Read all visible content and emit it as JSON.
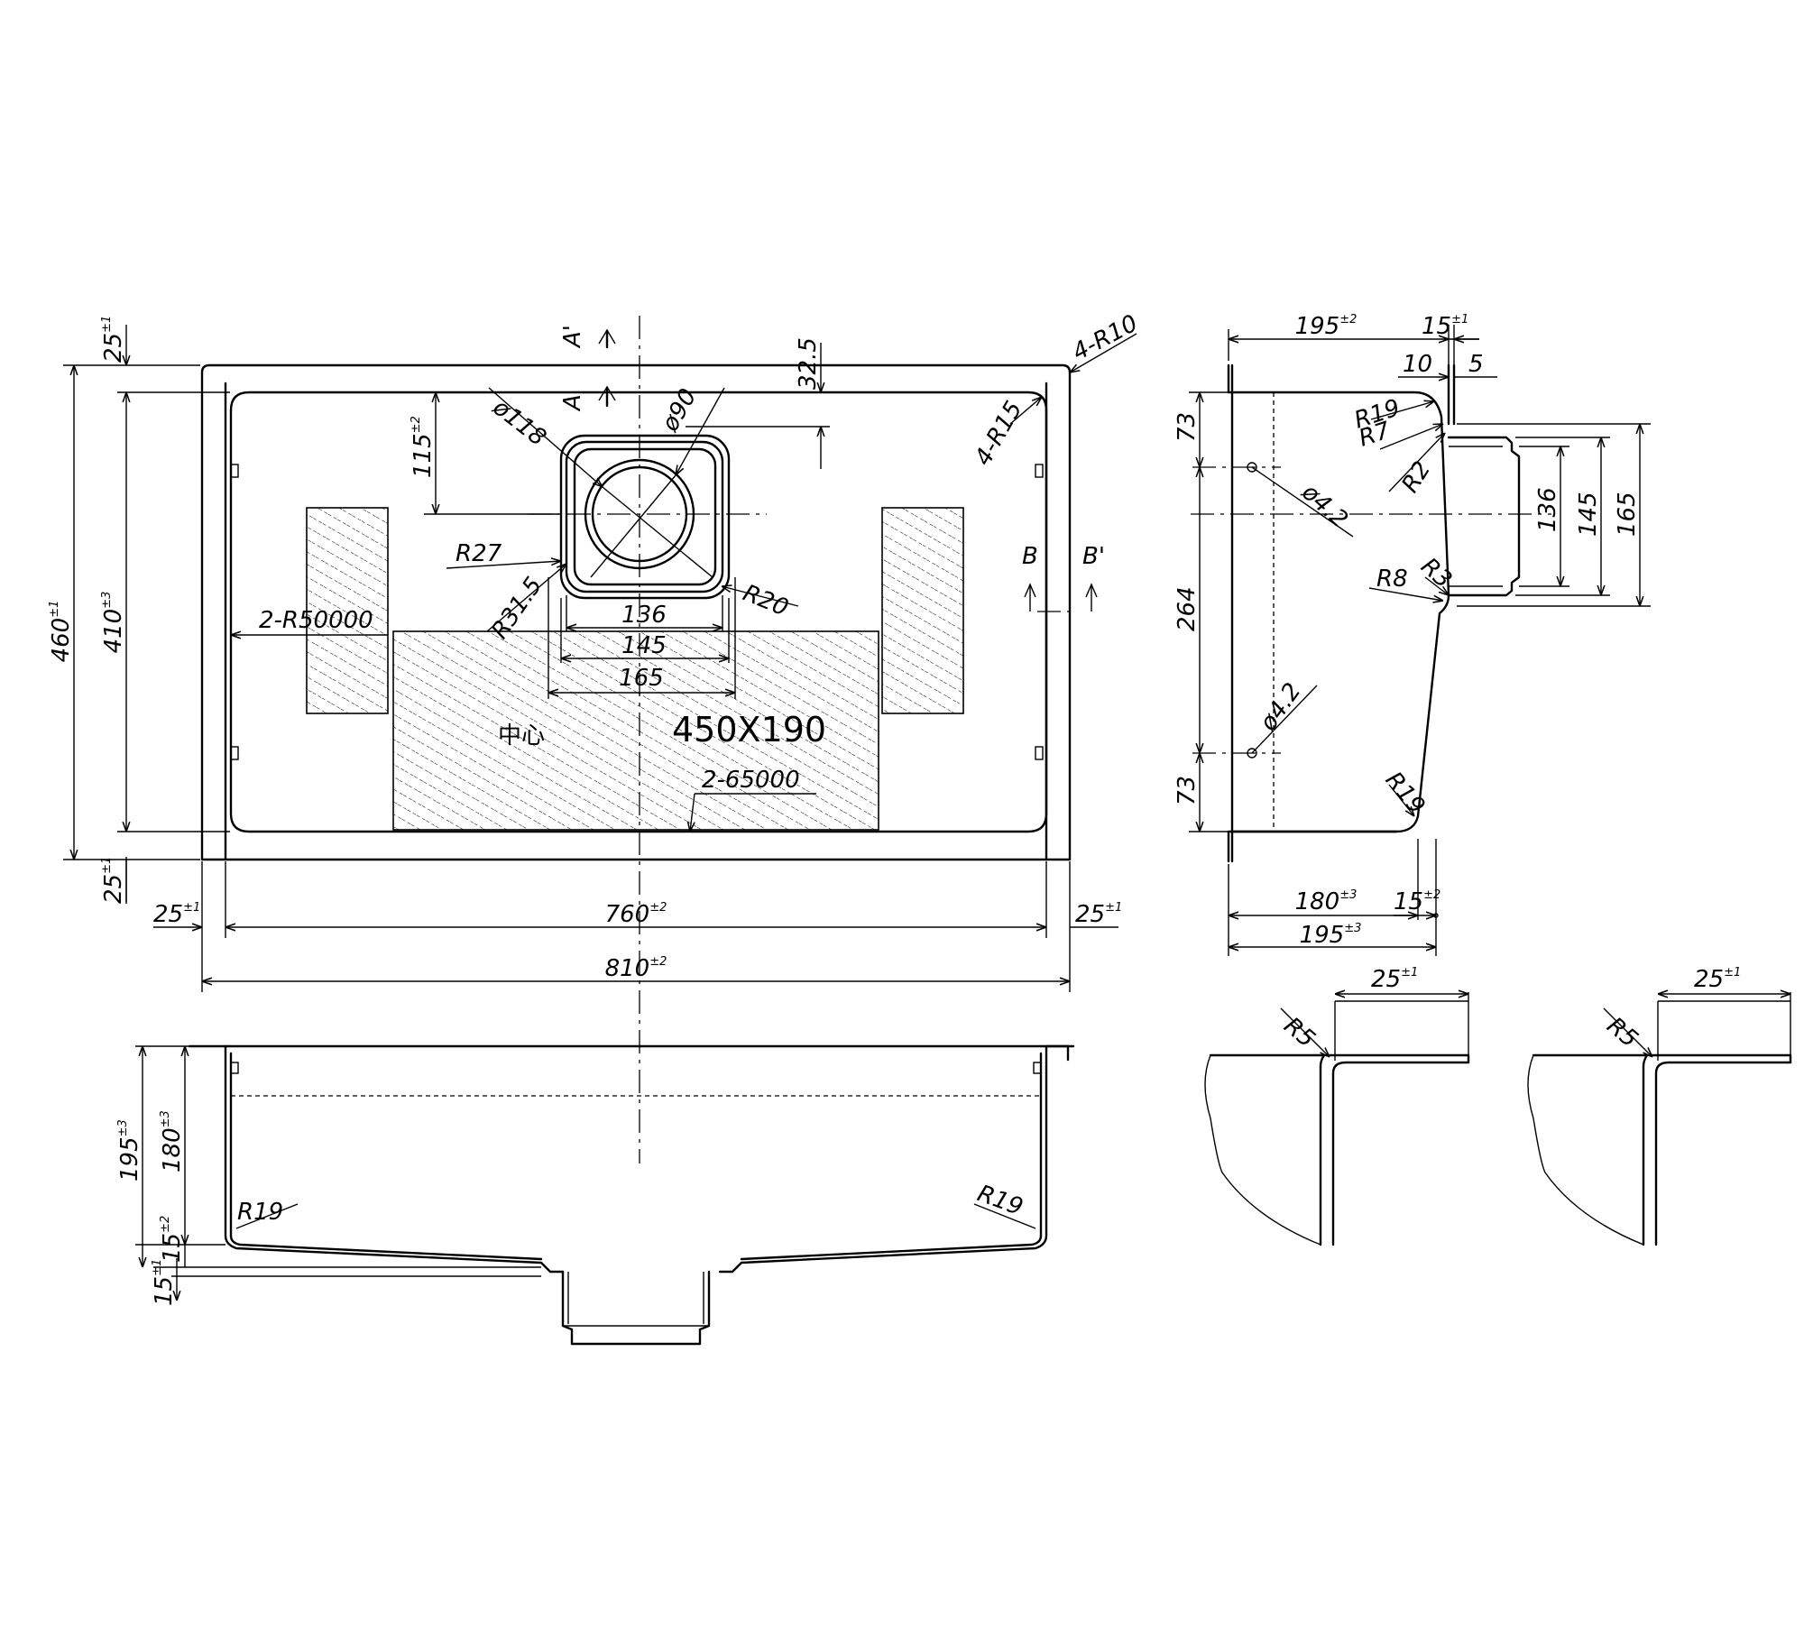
{
  "front_view": {
    "width_overall": "810",
    "width_overall_tol": "±2",
    "width_inner": "760",
    "width_inner_tol": "±2",
    "flange_left": "25",
    "flange_left_tol": "±1",
    "flange_right": "25",
    "flange_right_tol": "±1",
    "height_overall": "460",
    "height_overall_tol": "±1",
    "height_inner": "410",
    "height_inner_tol": "±3",
    "flange_top": "25",
    "flange_top_tol": "±1",
    "flange_bottom": "25",
    "flange_bottom_tol": "±1",
    "drain_offset": "115",
    "drain_offset_tol": "±2",
    "top_gap": "32.5",
    "corner_outer": "4-R10",
    "corner_inner": "4-R15",
    "drain_outer_dia": "ø118",
    "drain_inner_dia": "ø90",
    "radius_r27": "R27",
    "radius_r31": "R31.5",
    "radius_r20": "R20",
    "bottom_radius": "2-R50000",
    "bowl_136": "136",
    "bowl_145": "145",
    "bowl_165": "165",
    "center_label": "中心",
    "pad_size": "450X190",
    "pad_callout": "2-65000",
    "section_a_prime": "A'",
    "section_a": "A",
    "section_b": "B",
    "section_b_prime": "B'"
  },
  "side_view": {
    "depth_top": "195",
    "depth_top_tol": "±2",
    "flange_top": "15",
    "flange_top_tol": "±1",
    "dim_10": "10",
    "dim_5": "5",
    "dim_73_top": "73",
    "dim_264": "264",
    "dim_73_bottom": "73",
    "r19_top": "R19",
    "r7": "R7",
    "r2": "R2",
    "hole_top": "ø4.2",
    "hole_bottom": "ø4.2",
    "r8": "R8",
    "r3": "R3",
    "r19_bottom": "R19",
    "outlet_136": "136",
    "outlet_145": "145",
    "outlet_165": "165",
    "depth_180": "180",
    "depth_180_tol": "±3",
    "drop_15": "15",
    "drop_15_tol": "±2",
    "depth_195": "195",
    "depth_195_tol": "±3"
  },
  "section_view": {
    "depth_195": "195",
    "depth_195_tol": "±3",
    "depth_180": "180",
    "depth_180_tol": "±3",
    "slope_15": "15",
    "slope_15_tol": "±2",
    "lip_15": "15",
    "lip_15_tol": "±1",
    "r19_left": "R19",
    "r19_right": "R19"
  },
  "detail_left": {
    "radius": "R5",
    "flange": "25",
    "flange_tol": "±1"
  },
  "detail_right": {
    "radius": "R5",
    "flange": "25",
    "flange_tol": "±1"
  }
}
